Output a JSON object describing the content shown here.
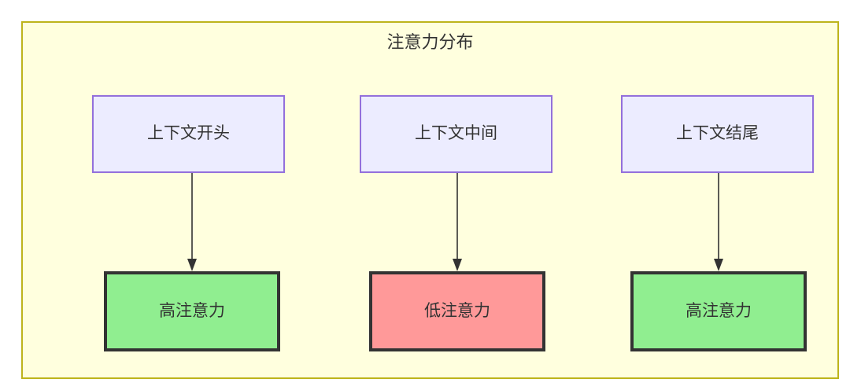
{
  "diagram": {
    "title": "注意力分布",
    "container_fill": "#ffffde",
    "container_border": "#bdb41c",
    "columns": [
      {
        "id": "start",
        "context": {
          "label": "上下文开头",
          "fill": "#ececff",
          "border": "#9370db"
        },
        "attention": {
          "label": "高注意力",
          "fill": "#90ee90",
          "border": "#333333",
          "level": "high"
        },
        "edge": {
          "from": "上下文开头",
          "to": "高注意力",
          "arrow": "down-arrow"
        }
      },
      {
        "id": "middle",
        "context": {
          "label": "上下文中间",
          "fill": "#ececff",
          "border": "#9370db"
        },
        "attention": {
          "label": "低注意力",
          "fill": "#ff9999",
          "border": "#333333",
          "level": "low"
        },
        "edge": {
          "from": "上下文中间",
          "to": "低注意力",
          "arrow": "down-arrow"
        }
      },
      {
        "id": "end",
        "context": {
          "label": "上下文结尾",
          "fill": "#ececff",
          "border": "#9370db"
        },
        "attention": {
          "label": "高注意力",
          "fill": "#90ee90",
          "border": "#333333",
          "level": "high"
        },
        "edge": {
          "from": "上下文结尾",
          "to": "高注意力",
          "arrow": "down-arrow"
        }
      }
    ]
  }
}
